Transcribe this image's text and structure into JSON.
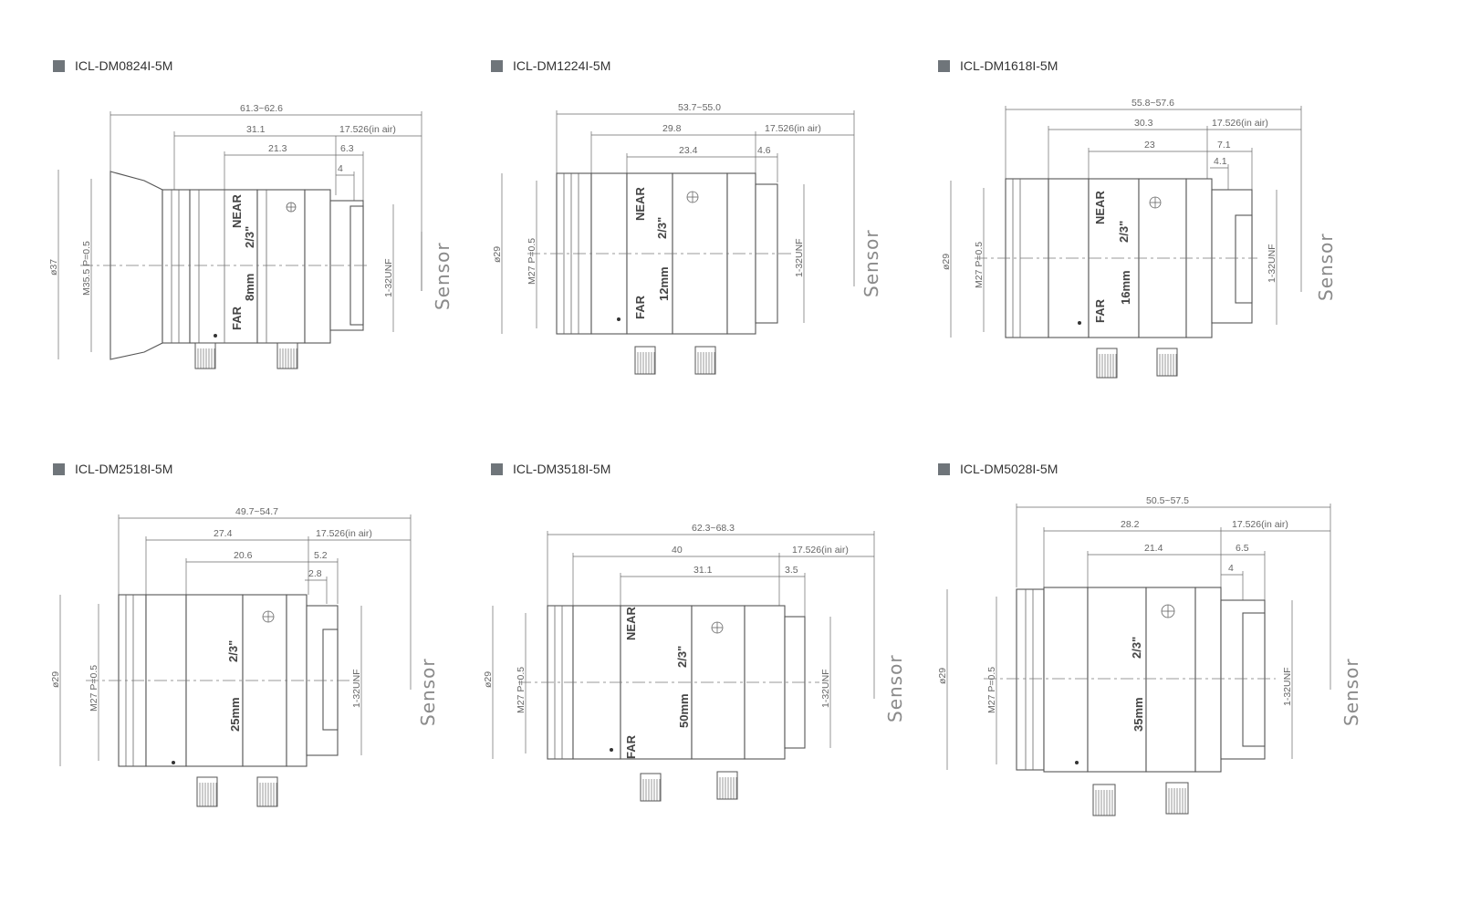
{
  "panels": [
    {
      "id": "p1",
      "model": "ICL-DM0824I-5M",
      "total": "61.3~62.6",
      "flange": "31.1",
      "airgap": "17.526(in air)",
      "body": "21.3",
      "d1": "6.3",
      "d2": "4",
      "dia": "ø37",
      "mount": "M35.5 P=0.5",
      "thread": "1-32UNF",
      "focal": "8mm",
      "format": "2/3\"",
      "near": "NEAR",
      "far": "FAR",
      "sensor": "Sensor"
    },
    {
      "id": "p2",
      "model": "ICL-DM1224I-5M",
      "total": "53.7~55.0",
      "flange": "29.8",
      "airgap": "17.526(in air)",
      "body": "23.4",
      "d1": "4.6",
      "d2": "",
      "dia": "ø29",
      "mount": "M27 P=0.5",
      "thread": "1-32UNF",
      "focal": "12mm",
      "format": "2/3\"",
      "near": "NEAR",
      "far": "FAR",
      "sensor": "Sensor"
    },
    {
      "id": "p3",
      "model": "ICL-DM1618I-5M",
      "total": "55.8~57.6",
      "flange": "30.3",
      "airgap": "17.526(in air)",
      "body": "23",
      "d1": "7.1",
      "d2": "4.1",
      "dia": "ø29",
      "mount": "M27 P=0.5",
      "thread": "1-32UNF",
      "focal": "16mm",
      "format": "2/3\"",
      "near": "NEAR",
      "far": "FAR",
      "sensor": "Sensor"
    },
    {
      "id": "p4",
      "model": "ICL-DM2518I-5M",
      "total": "49.7~54.7",
      "flange": "27.4",
      "airgap": "17.526(in air)",
      "body": "20.6",
      "d1": "5.2",
      "d2": "2.8",
      "dia": "ø29",
      "mount": "M27 P=0.5",
      "thread": "1-32UNF",
      "focal": "25mm",
      "format": "2/3\"",
      "near": "",
      "far": "",
      "sensor": "Sensor"
    },
    {
      "id": "p5",
      "model": "ICL-DM3518I-5M",
      "total": "62.3~68.3",
      "flange": "40",
      "airgap": "17.526(in air)",
      "body": "31.1",
      "d1": "3.5",
      "d2": "",
      "dia": "ø29",
      "mount": "M27 P=0.5",
      "thread": "1-32UNF",
      "focal": "50mm",
      "format": "2/3\"",
      "near": "NEAR",
      "far": "FAR",
      "sensor": "Sensor"
    },
    {
      "id": "p6",
      "model": "ICL-DM5028I-5M",
      "total": "50.5~57.5",
      "flange": "28.2",
      "airgap": "17.526(in air)",
      "body": "21.4",
      "d1": "6.5",
      "d2": "4",
      "dia": "ø29",
      "mount": "M27 P=0.5",
      "thread": "1-32UNF",
      "focal": "35mm",
      "format": "2/3\"",
      "near": "",
      "far": "",
      "sensor": "Sensor"
    }
  ]
}
